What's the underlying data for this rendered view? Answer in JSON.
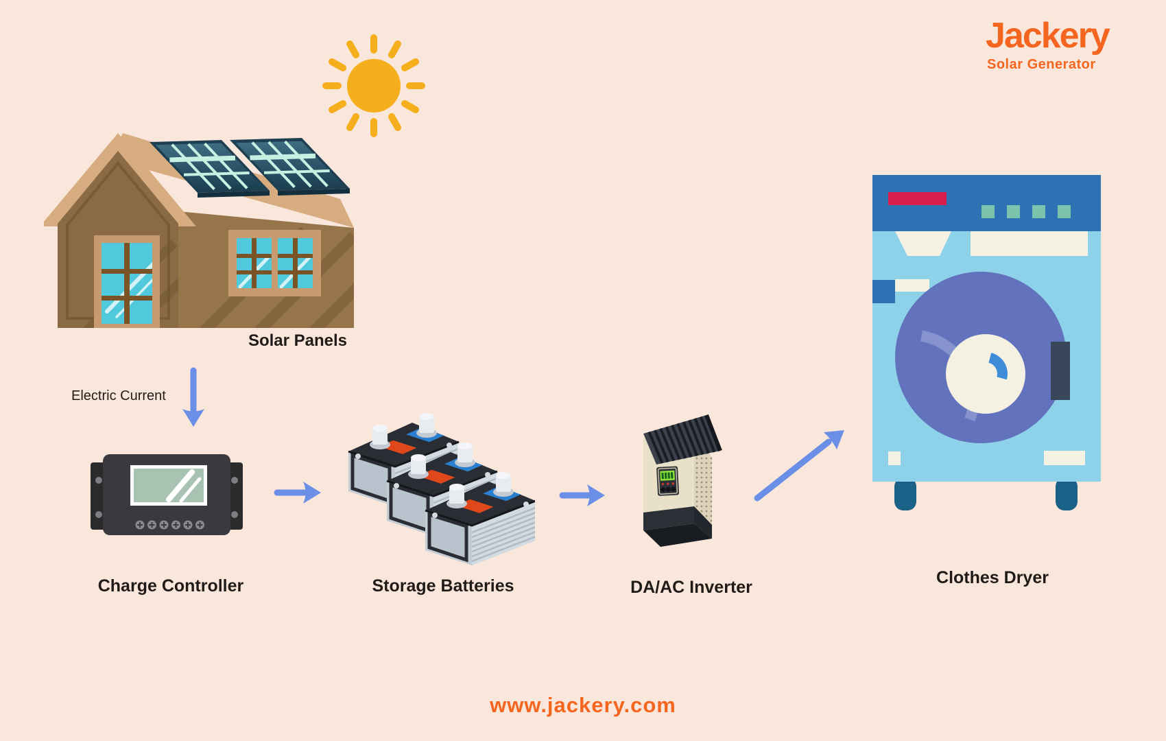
{
  "colors": {
    "background": "#FAE7DC",
    "brand_orange": "#F4661F",
    "arrow_blue": "#6B8FE6",
    "label_dark": "#201B17"
  },
  "brand": {
    "name": "Jackery",
    "tagline": "Solar Generator",
    "website": "www.jackery.com"
  },
  "diagram": {
    "source_label": "Solar Panels",
    "current_label": "Electric Current",
    "steps": [
      {
        "label": "Charge Controller"
      },
      {
        "label": "Storage Batteries"
      },
      {
        "label": "DA/AC Inverter"
      },
      {
        "label": "Clothes Dryer"
      }
    ]
  }
}
